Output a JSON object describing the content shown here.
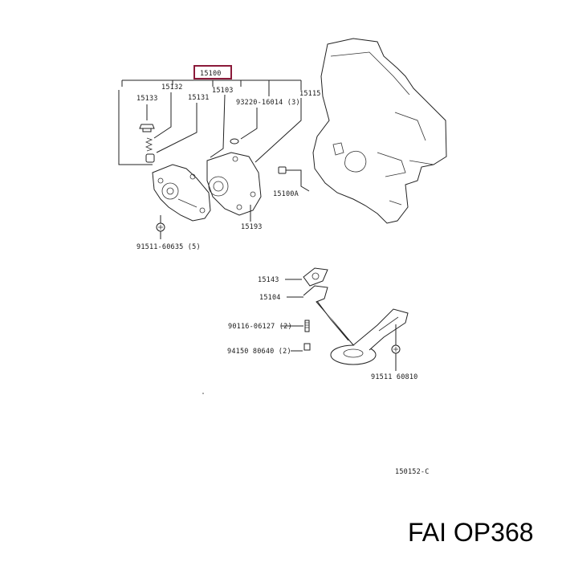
{
  "labels": {
    "assembly": "15100",
    "p15132": "15132",
    "p15103": "15103",
    "p15133": "15133",
    "p15131": "15131",
    "p93220": "93220-16014 (3)",
    "p15115": "15115",
    "p15100A": "15100A",
    "p15193": "15193",
    "p91511a": "91511-60635 (5)",
    "p15143": "15143",
    "p15104": "15104",
    "p90116": "90116-06127 (2)",
    "p94150": "94150  80640 (2)",
    "p91511b": "91511  60810",
    "diagram_code": "150152-C"
  },
  "footer": "FAI OP368",
  "colors": {
    "highlight_box": "#8b1a3a",
    "ink": "#222222"
  }
}
